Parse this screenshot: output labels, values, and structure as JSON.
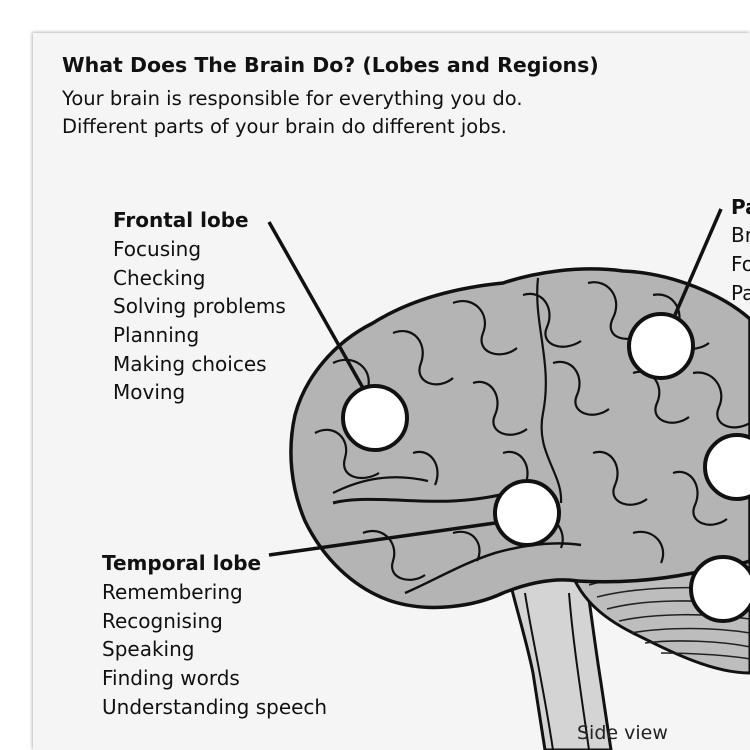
{
  "title": "What Does The Brain Do? (Lobes and Regions)",
  "intro": [
    "Your brain is responsible for everything you do.",
    "Different parts of your brain do different jobs."
  ],
  "frontal": {
    "heading": "Frontal lobe",
    "items": [
      "Focusing",
      "Checking",
      "Solving problems",
      "Planning",
      "Making choices",
      "Moving"
    ]
  },
  "temporal": {
    "heading": "Temporal lobe",
    "items": [
      "Remembering",
      "Recognising",
      "Speaking",
      "Finding words",
      "Understanding speech"
    ]
  },
  "parietal": {
    "heading": "Pa",
    "items": [
      "Br",
      "Fo",
      "Pa"
    ]
  },
  "caption": "Side view",
  "colors": {
    "brain_fill": "#b4b4b4",
    "outline": "#111111",
    "marker_fill": "#ffffff",
    "page": "#f5f5f5"
  }
}
